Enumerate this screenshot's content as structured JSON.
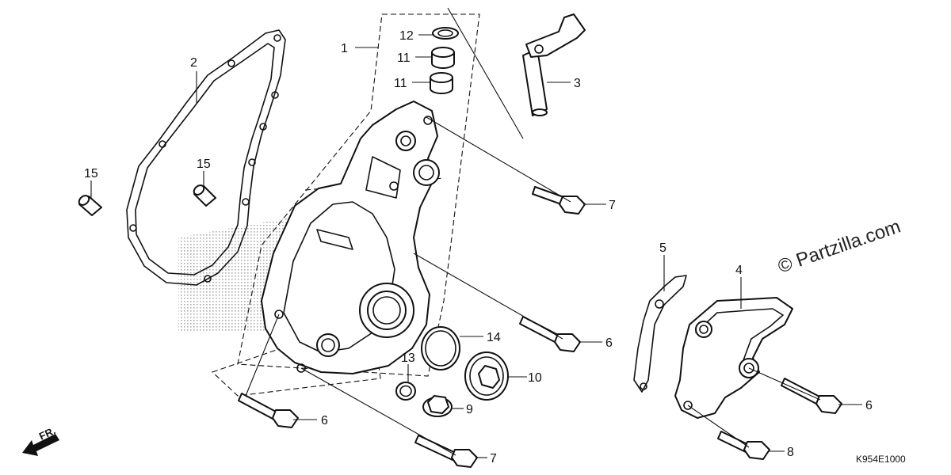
{
  "callouts": [
    {
      "id": "c1",
      "text": "1"
    },
    {
      "id": "c2",
      "text": "2"
    },
    {
      "id": "c3",
      "text": "3"
    },
    {
      "id": "c4",
      "text": "4"
    },
    {
      "id": "c5",
      "text": "5"
    },
    {
      "id": "c6a",
      "text": "6"
    },
    {
      "id": "c6b",
      "text": "6"
    },
    {
      "id": "c6c",
      "text": "6"
    },
    {
      "id": "c7a",
      "text": "7"
    },
    {
      "id": "c7b",
      "text": "7"
    },
    {
      "id": "c8",
      "text": "8"
    },
    {
      "id": "c9",
      "text": "9"
    },
    {
      "id": "c10",
      "text": "10"
    },
    {
      "id": "c11a",
      "text": "11"
    },
    {
      "id": "c11b",
      "text": "11"
    },
    {
      "id": "c12",
      "text": "12"
    },
    {
      "id": "c13",
      "text": "13"
    },
    {
      "id": "c14",
      "text": "14"
    },
    {
      "id": "c15a",
      "text": "15"
    },
    {
      "id": "c15b",
      "text": "15"
    }
  ],
  "watermark": "© Partzilla.com",
  "diagram_code": "K954E1000",
  "direction_label": "FR.",
  "colors": {
    "line": "#111111",
    "background": "#ffffff",
    "shade": "#9a9a9a"
  }
}
